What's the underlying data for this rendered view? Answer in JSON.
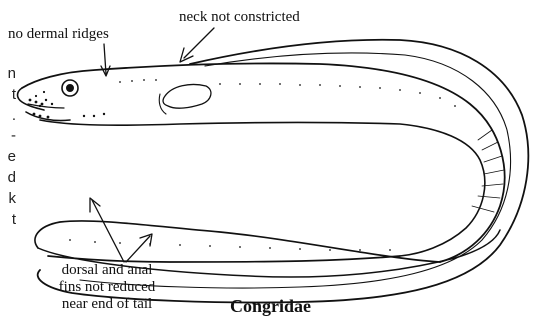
{
  "labels": {
    "no_dermal_ridges": "no dermal ridges",
    "neck_not_constricted": "neck not constricted",
    "fins_line1": "dorsal and anal",
    "fins_line2": "fins not reduced",
    "fins_line3": "near end of tail",
    "family": "Congridae"
  },
  "edge_text": [
    "n",
    "t",
    ".",
    "-",
    "e",
    "d",
    "k",
    "t"
  ],
  "colors": {
    "ink": "#111111",
    "background": "#ffffff"
  }
}
